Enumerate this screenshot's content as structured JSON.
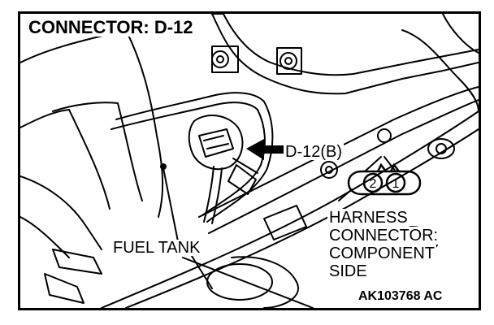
{
  "title": "CONNECTOR: D-12",
  "connector_label": "D-12(B)",
  "fuel_tank_label": "FUEL TANK",
  "harness_label": {
    "line1": "HARNESS",
    "line2": "CONNECTOR:",
    "line3": "COMPONENT",
    "line4": "SIDE"
  },
  "pins": [
    "2",
    "1"
  ],
  "figure_code": "AK103768 AC"
}
